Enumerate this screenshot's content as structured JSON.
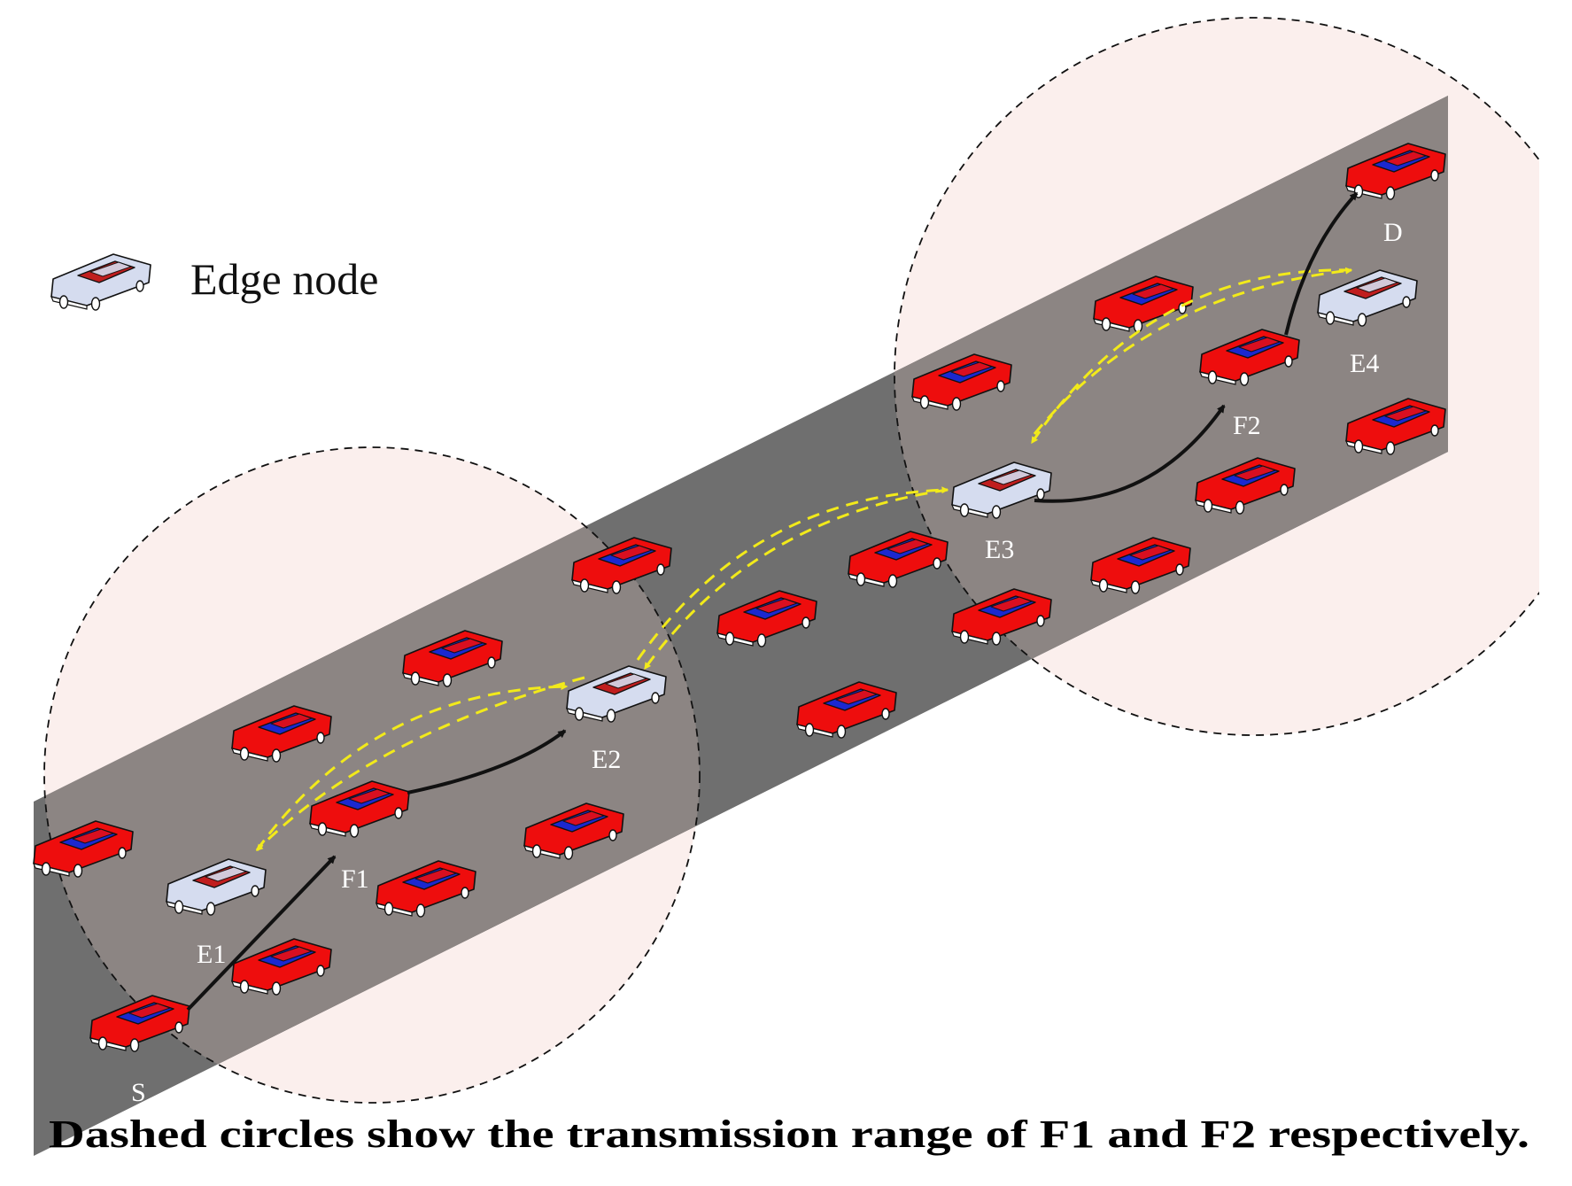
{
  "legend": {
    "label": "Edge node",
    "icon": "edge-node-car-icon"
  },
  "caption": "Dashed circles show the transmission range of F1 and F2 respectively.",
  "labels": {
    "S": "S",
    "E1": "E1",
    "F1": "F1",
    "E2": "E2",
    "E3": "E3",
    "F2": "F2",
    "E4": "E4",
    "D": "D"
  },
  "colors": {
    "road_in_range": "#8c8583",
    "road_outside": "#6f6f6f",
    "range_fill": "#fbefed",
    "vehicle_body": "#ee0d0d",
    "vehicle_window": "#1b28d0",
    "edge_body": "#d5dcef",
    "edge_window": "#c01e1e",
    "forward_arrow": "#111111",
    "edge_link": "#f2ea1a"
  }
}
